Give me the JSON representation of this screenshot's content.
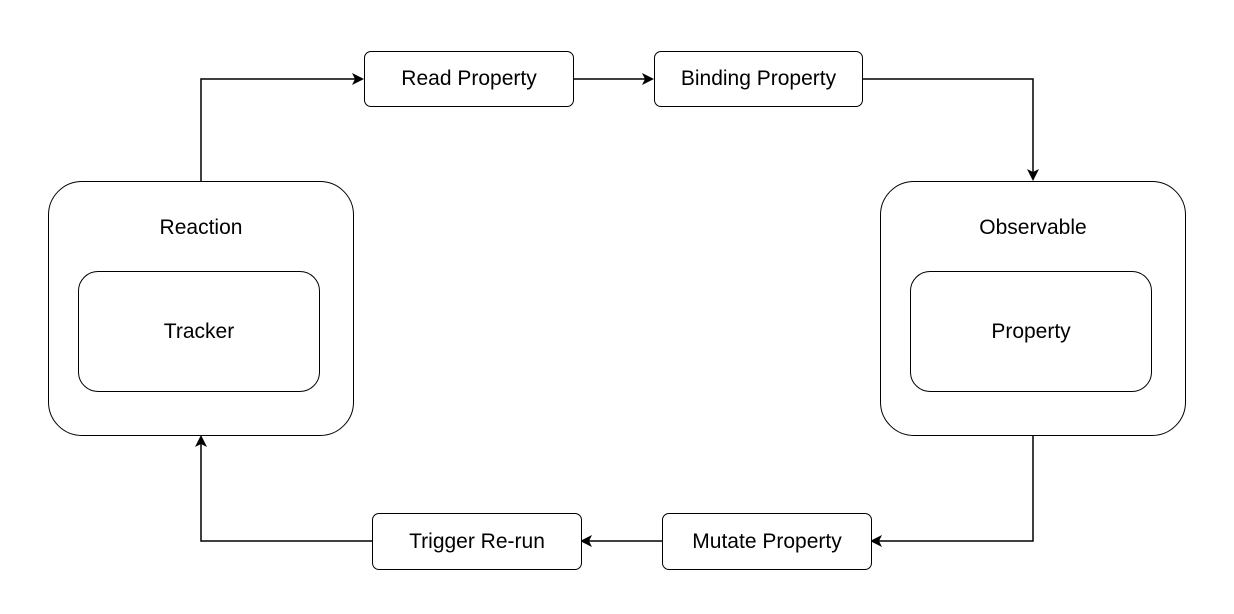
{
  "nodes": {
    "read_property": "Read Property",
    "binding_property": "Binding Property",
    "observable": {
      "title": "Observable",
      "inner": "Property"
    },
    "mutate_property": "Mutate Property",
    "trigger_rerun": "Trigger Re-run",
    "reaction": {
      "title": "Reaction",
      "inner": "Tracker"
    }
  },
  "edges": [
    {
      "from": "reaction",
      "to": "read_property"
    },
    {
      "from": "read_property",
      "to": "binding_property"
    },
    {
      "from": "binding_property",
      "to": "observable"
    },
    {
      "from": "observable",
      "to": "mutate_property"
    },
    {
      "from": "mutate_property",
      "to": "trigger_rerun"
    },
    {
      "from": "trigger_rerun",
      "to": "reaction"
    }
  ],
  "colors": {
    "stroke": "#000000",
    "fill": "#ffffff"
  }
}
